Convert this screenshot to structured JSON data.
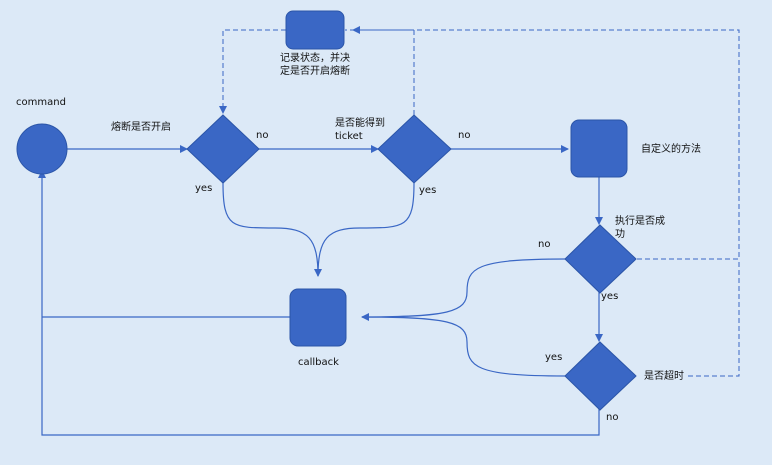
{
  "diagram": {
    "nodes": {
      "start": {
        "label": "command"
      },
      "check_breaker": {
        "label": "熔断是否开启"
      },
      "record_state": {
        "label": "记录状态，并决定是否开启熔断"
      },
      "get_ticket": {
        "label": "是否能得到ticket"
      },
      "custom_method": {
        "label": "自定义的方法"
      },
      "exec_success": {
        "label": "执行是否成功"
      },
      "timeout_check": {
        "label": "是否超时"
      },
      "callback": {
        "label": "callback"
      }
    },
    "edge_labels": {
      "breaker_no": "no",
      "breaker_yes": "yes",
      "ticket_no": "no",
      "ticket_yes": "yes",
      "success_no": "no",
      "success_yes": "yes",
      "timeout_yes": "yes",
      "timeout_no": "no"
    },
    "colors": {
      "background": "#dce9f7",
      "node_fill": "#3a67c5",
      "node_stroke": "#2b55a8",
      "line": "#3a67c5"
    }
  }
}
